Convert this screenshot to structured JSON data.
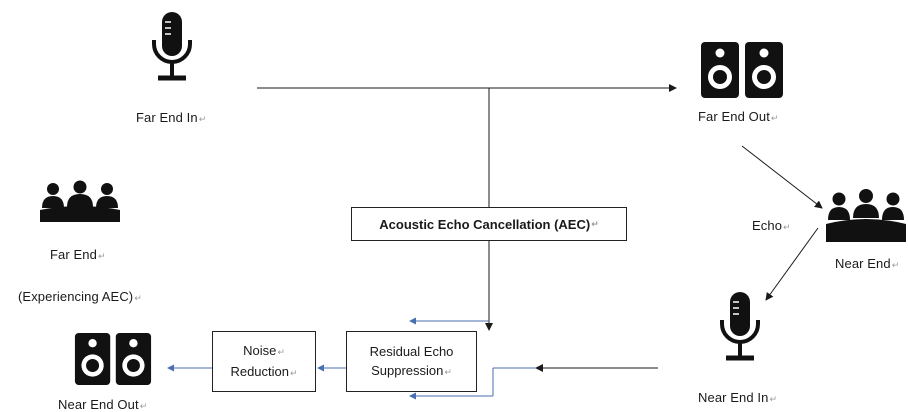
{
  "nodes": {
    "far_end_in": "Far End In",
    "far_end_out": "Far End Out",
    "far_end": "Far End",
    "experiencing_aec": "(Experiencing AEC)",
    "echo": "Echo",
    "near_end": "Near End",
    "near_end_in": "Near End In",
    "near_end_out": "Near End Out"
  },
  "blocks": {
    "aec": "Acoustic Echo Cancellation (AEC)",
    "res_line1": "Residual Echo",
    "res_line2": "Suppression",
    "noise_line1": "Noise",
    "noise_line2": "Reduction"
  },
  "para_mark": "↵",
  "colors": {
    "line": "#1a1a1a",
    "blue_line": "#4a6fb0",
    "icon": "#111111"
  }
}
